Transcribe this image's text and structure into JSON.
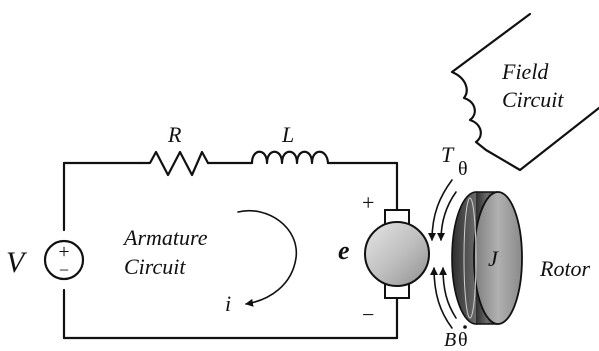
{
  "labels": {
    "resistor": "R",
    "inductor": "L",
    "voltage_source": "V",
    "armature_title": "Armature",
    "armature_subtitle": "Circuit",
    "current": "i",
    "back_emf": "e",
    "plus_sign": "+",
    "minus_sign": "−",
    "torque": "T",
    "angle": "θ",
    "inertia": "J",
    "rotor": "Rotor",
    "damping_coeff": "B",
    "damping_rate": "θ",
    "field_title": "Field",
    "field_subtitle": "Circuit"
  },
  "colors": {
    "ink": "#111111",
    "motor_body": "#c8c8c8",
    "rotor_face": "#9a9a9a",
    "rotor_rim": "#5a5a5a",
    "background": "#ffffff"
  },
  "icons": {
    "source": "dc-voltage-source-icon",
    "motor": "dc-motor-icon",
    "rotor": "rotor-disk-icon"
  }
}
